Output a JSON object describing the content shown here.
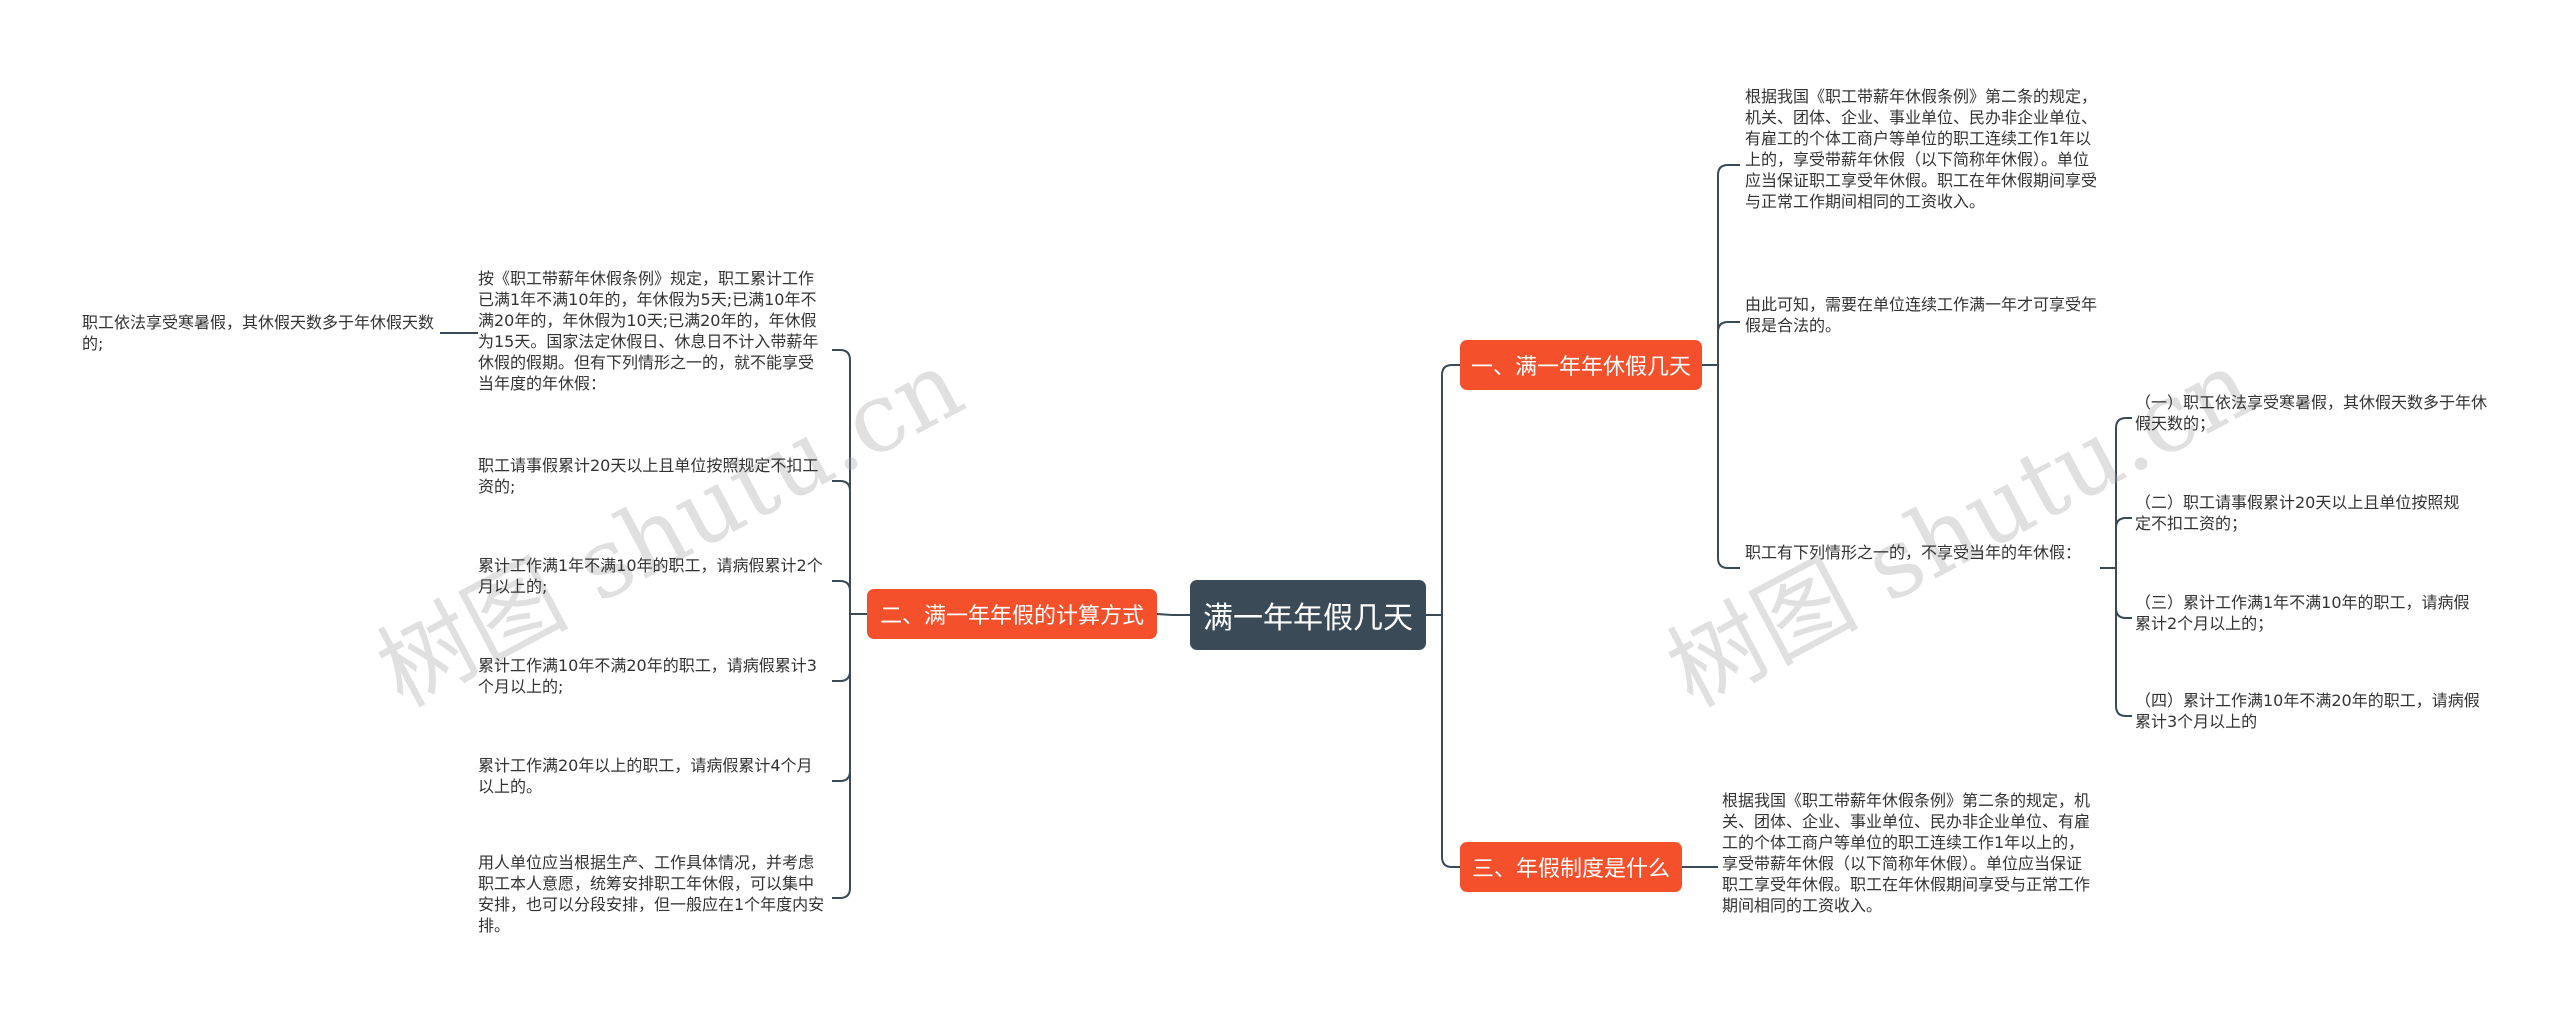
{
  "root": {
    "label": "满一年年假几天"
  },
  "branches": {
    "b1": {
      "label": "一、满一年年休假几天"
    },
    "b2": {
      "label": "二、满一年年假的计算方式"
    },
    "b3": {
      "label": "三、年假制度是什么"
    }
  },
  "b1_leaves": [
    "根据我国《职工带薪年休假条例》第二条的规定，机关、团体、企业、事业单位、民办非企业单位、有雇工的个体工商户等单位的职工连续工作1年以上的，享受带薪年休假（以下简称年休假）。单位应当保证职工享受年休假。职工在年休假期间享受与正常工作期间相同的工资收入。",
    "由此可知，需要在单位连续工作满一年才可享受年假是合法的。",
    "职工有下列情形之一的，不享受当年的年休假："
  ],
  "b1_sub_leaves": [
    "（一）职工依法享受寒暑假，其休假天数多于年休假天数的；",
    "（二）职工请事假累计20天以上且单位按照规定不扣工资的；",
    "（三）累计工作满1年不满10年的职工，请病假累计2个月以上的；",
    "（四）累计工作满10年不满20年的职工，请病假累计3个月以上的"
  ],
  "b2_leaves": [
    "按《职工带薪年休假条例》规定，职工累计工作已满1年不满10年的，年休假为5天;已满10年不满20年的，年休假为10天;已满20年的，年休假为15天。国家法定休假日、休息日不计入带薪年休假的假期。但有下列情形之一的，就不能享受当年度的年休假：",
    "职工请事假累计20天以上且单位按照规定不扣工资的;",
    "累计工作满1年不满10年的职工，请病假累计2个月以上的;",
    "累计工作满10年不满20年的职工，请病假累计3个月以上的;",
    "累计工作满20年以上的职工，请病假累计4个月以上的。",
    "用人单位应当根据生产、工作具体情况，并考虑职工本人意愿，统筹安排职工年休假，可以集中安排，也可以分段安排，但一般应在1个年度内安排。"
  ],
  "b2_sub_leaf": "职工依法享受寒暑假，其休假天数多于年休假天数的;",
  "b3_leaves": [
    "根据我国《职工带薪年休假条例》第二条的规定，机关、团体、企业、事业单位、民办非企业单位、有雇工的个体工商户等单位的职工连续工作1年以上的，享受带薪年休假（以下简称年休假）。单位应当保证职工享受年休假。职工在年休假期间享受与正常工作期间相同的工资收入。"
  ],
  "watermark": "树图 shutu.cn",
  "colors": {
    "root": "#3a4a57",
    "branch": "#f4502c",
    "line": "#3a4a57",
    "text": "#333333"
  }
}
